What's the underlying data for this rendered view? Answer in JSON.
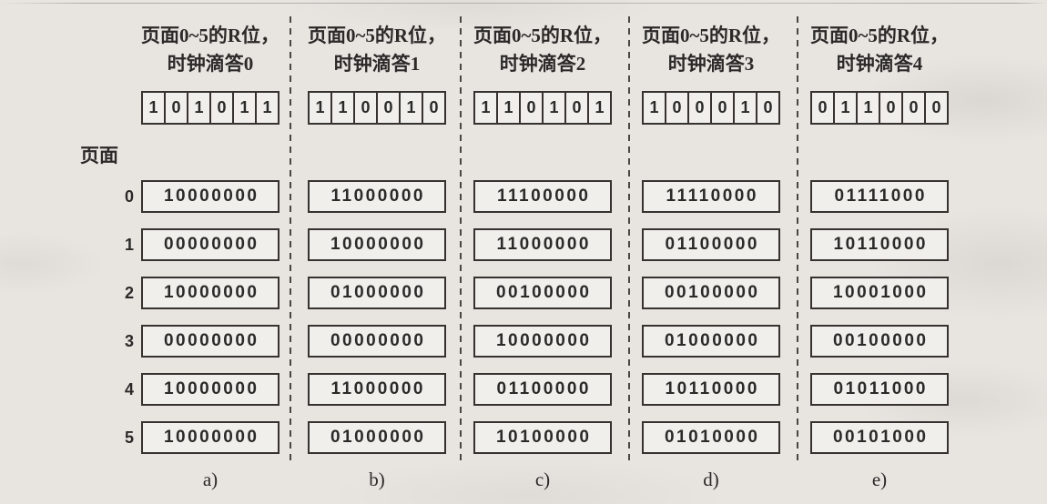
{
  "figure": {
    "page_axis_label": "页面",
    "page_numbers": [
      "0",
      "1",
      "2",
      "3",
      "4",
      "5"
    ],
    "columns": [
      {
        "id": "a",
        "header_line1": "页面0~5的R位，",
        "header_line2": "时钟滴答0",
        "r_bits": [
          "1",
          "0",
          "1",
          "0",
          "1",
          "1"
        ],
        "counters": [
          "10000000",
          "00000000",
          "10000000",
          "00000000",
          "10000000",
          "10000000"
        ],
        "caption": "a)"
      },
      {
        "id": "b",
        "header_line1": "页面0~5的R位，",
        "header_line2": "时钟滴答1",
        "r_bits": [
          "1",
          "1",
          "0",
          "0",
          "1",
          "0"
        ],
        "counters": [
          "11000000",
          "10000000",
          "01000000",
          "00000000",
          "11000000",
          "01000000"
        ],
        "caption": "b)"
      },
      {
        "id": "c",
        "header_line1": "页面0~5的R位，",
        "header_line2": "时钟滴答2",
        "r_bits": [
          "1",
          "1",
          "0",
          "1",
          "0",
          "1"
        ],
        "counters": [
          "11100000",
          "11000000",
          "00100000",
          "10000000",
          "01100000",
          "10100000"
        ],
        "caption": "c)"
      },
      {
        "id": "d",
        "header_line1": "页面0~5的R位，",
        "header_line2": "时钟滴答3",
        "r_bits": [
          "1",
          "0",
          "0",
          "0",
          "1",
          "0"
        ],
        "counters": [
          "11110000",
          "01100000",
          "00100000",
          "01000000",
          "10110000",
          "01010000"
        ],
        "caption": "d)"
      },
      {
        "id": "e",
        "header_line1": "页面0~5的R位，",
        "header_line2": "时钟滴答4",
        "r_bits": [
          "0",
          "1",
          "1",
          "0",
          "0",
          "0"
        ],
        "counters": [
          "01111000",
          "10110000",
          "10001000",
          "00100000",
          "01011000",
          "00101000"
        ],
        "caption": "e)"
      }
    ]
  },
  "colors": {
    "paper": "#e8e5e1",
    "ink": "#2b2a28",
    "box_fill": "#f1efeb",
    "line": "#35322f"
  }
}
